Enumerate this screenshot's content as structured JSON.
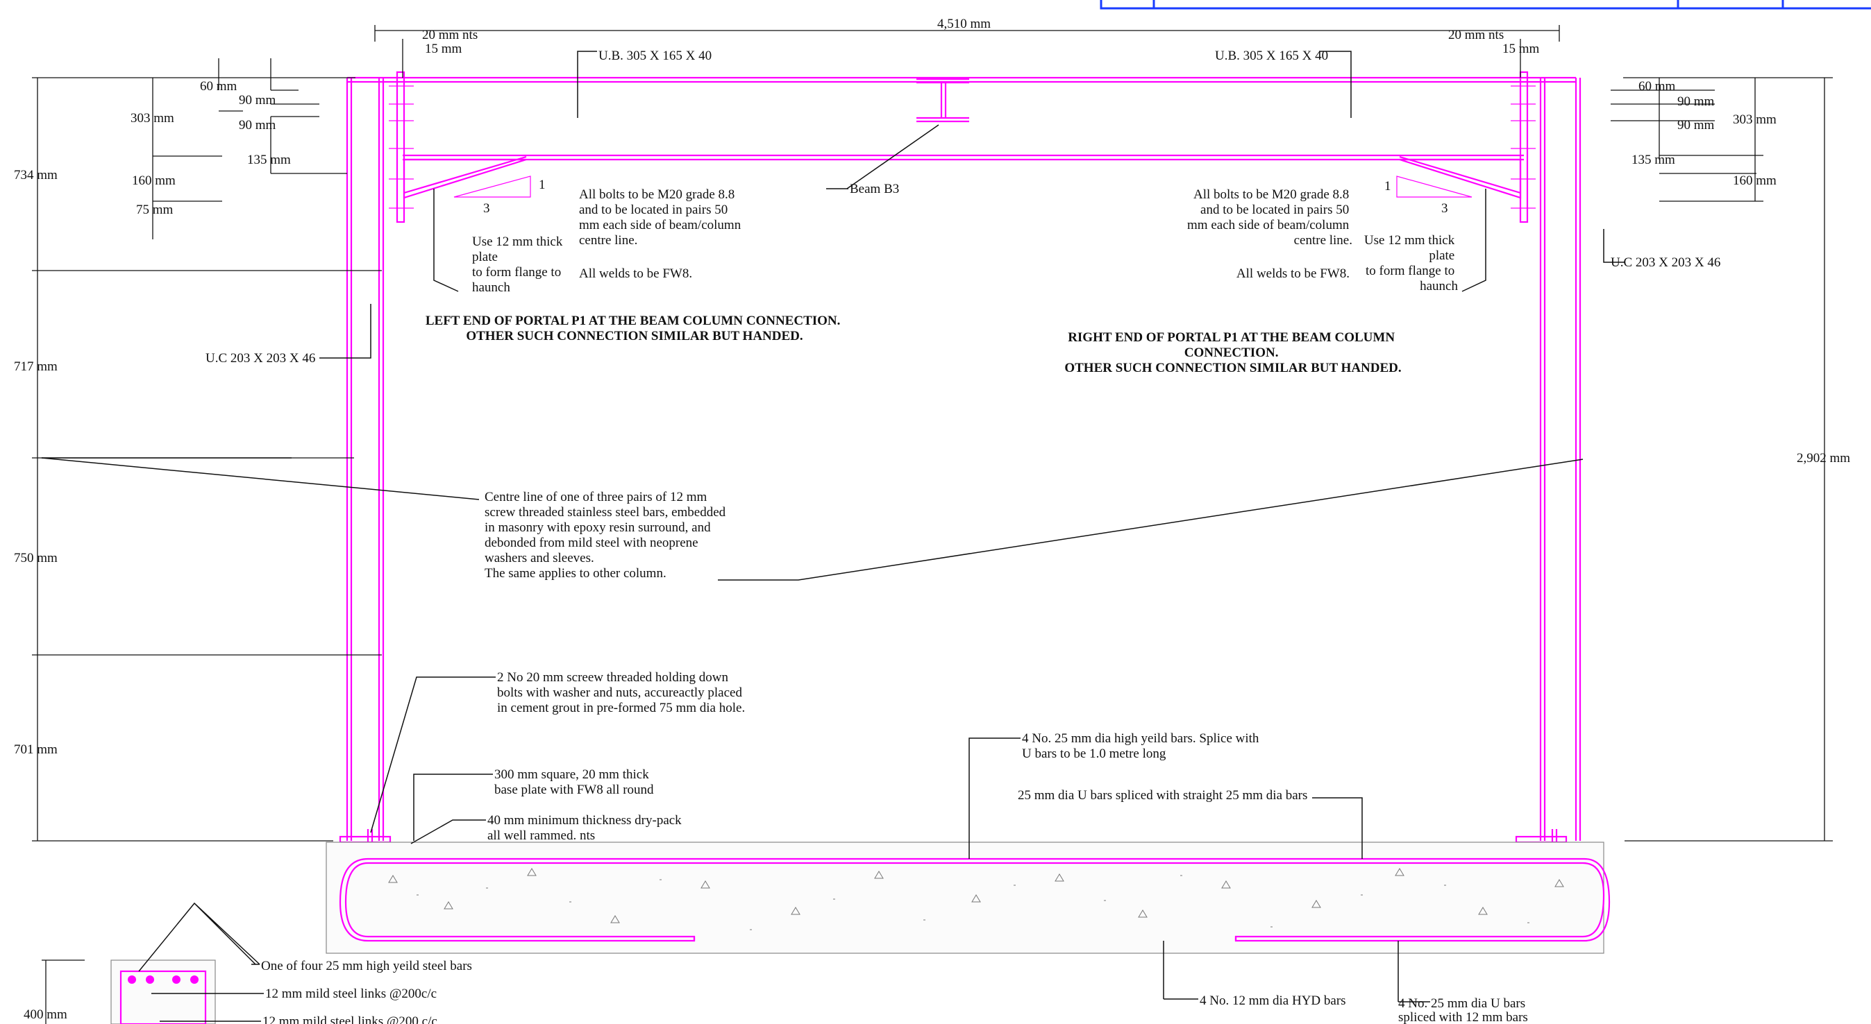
{
  "dimensions": {
    "overall_span": "4,510 mm",
    "gap_left": "20 mm nts",
    "plate_left": "15 mm",
    "gap_right": "20 mm nts",
    "plate_right": "15 mm",
    "haunch_top": "60 mm",
    "bolt_pitch_1": "90 mm",
    "bolt_pitch_2": "90 mm",
    "bolt_pitch_3": "135 mm",
    "plate_group": "303 mm",
    "haunch_depth": "160 mm",
    "haunch_bottom": "75 mm",
    "seg_1": "734 mm",
    "seg_2": "717 mm",
    "seg_3": "750 mm",
    "seg_4": "701 mm",
    "column_height": "2,902 mm",
    "footing_section": "400 mm"
  },
  "members": {
    "beam_left": "U.B.  305 X 165 X 40",
    "beam_right": "U.B.  305 X 165 X 40",
    "beam_mark": "Beam B3",
    "column_left": "U.C 203 X 203 X 46",
    "column_right": "U.C 203 X 203 X 46",
    "slope_rise": "1",
    "slope_run": "3"
  },
  "notes": {
    "bolts": [
      "All bolts to be M20 grade 8.8",
      "and to be located in pairs 50",
      "mm each side of beam/column",
      "centre line."
    ],
    "welds": "All welds to be FW8.",
    "plate_left": [
      "Use 12 mm thick",
      "plate",
      "to form flange to",
      "haunch"
    ],
    "plate_right": [
      "Use 12 mm thick",
      "plate",
      "to form flange to",
      "haunch"
    ],
    "title_left": [
      "LEFT END OF PORTAL P1 AT THE BEAM COLUMN CONNECTION.",
      "OTHER SUCH CONNECTION SIMILAR BUT HANDED."
    ],
    "title_right": [
      "RIGHT END OF PORTAL P1 AT THE BEAM COLUMN",
      "CONNECTION.",
      "OTHER SUCH CONNECTION SIMILAR BUT HANDED."
    ],
    "centre_line": [
      "Centre line of one of three pairs of 12 mm",
      "screw threaded stainless steel bars, embedded",
      "in masonry with epoxy resin surround, and",
      "debonded from mild steel with neoprene",
      "washers and sleeves.",
      "The same applies to other column."
    ],
    "holding_down": [
      "2 No  20 mm screew threaded holding down",
      "bolts with washer and nuts, accureactly placed",
      "in cement grout in pre-formed 75 mm dia hole."
    ],
    "base_plate": [
      "300 mm square, 20 mm thick",
      "base plate with FW8 all round"
    ],
    "dry_pack": [
      "40 mm minimum thickness dry-pack",
      "all well rammed. nts"
    ],
    "main_bars": [
      "4 No. 25 mm dia high yeild bars. Splice  with",
      "U bars to be 1.0  metre long"
    ],
    "u_bars": "25 mm dia U bars spliced with straight 25 mm dia bars",
    "hyd_bars": "4 No. 12 mm dia HYD bars",
    "u_bars_spliced": [
      "4 No. 25 mm dia U bars",
      "spliced with 12 mm bars"
    ],
    "section_bars": "One of four 25 mm high yeild steel bars",
    "links_1": "12 mm mild steel links @200c/c",
    "links_2": "12 mm mild steel links @200 c/c"
  },
  "colors": {
    "steel": "#ff00ff",
    "linework": "#111111",
    "title_block": "#1a3cff",
    "concrete": "#888888"
  }
}
